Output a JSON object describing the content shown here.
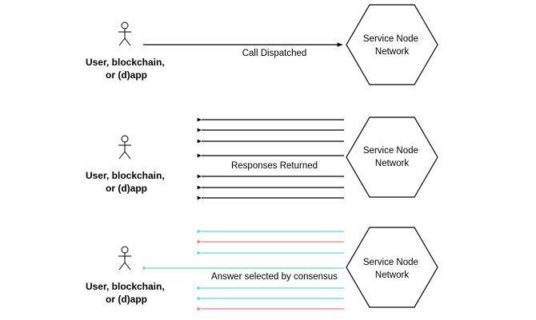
{
  "colors": {
    "black": "#000000",
    "teal": "#5be0c4",
    "red": "#ee8370",
    "background": "#ffffff"
  },
  "rows": [
    {
      "actor_label": [
        "User, blockchain,",
        "or (d)app"
      ],
      "node_label": [
        "Service Node",
        "Network"
      ],
      "edge_label": "Call Dispatched",
      "arrows": [
        "black"
      ]
    },
    {
      "actor_label": [
        "User, blockchain,",
        "or (d)app"
      ],
      "node_label": [
        "Service Node",
        "Network"
      ],
      "edge_label": "Responses Returned",
      "arrows": [
        "black",
        "black",
        "black",
        "black",
        "black",
        "black",
        "black"
      ]
    },
    {
      "actor_label": [
        "User, blockchain,",
        "or (d)app"
      ],
      "node_label": [
        "Service Node",
        "Network"
      ],
      "edge_label": "Answer selected by consensus",
      "arrows": [
        "teal",
        "red",
        "teal",
        "teal",
        "teal",
        "red"
      ]
    }
  ]
}
